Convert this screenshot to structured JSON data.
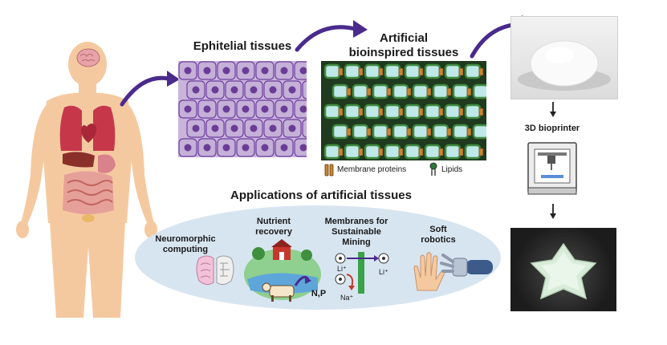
{
  "headings": {
    "epithelial": "Ephitelial tissues",
    "artificial_line1": "Artificial",
    "artificial_line2": "bioinspired tissues",
    "bioprinter": "3D bioprinter",
    "applications": "Applications of artificial tissues"
  },
  "legend": {
    "membrane_proteins": "Membrane proteins",
    "lipids": "Lipids"
  },
  "applications": {
    "neuromorphic_line1": "Neuromorphic",
    "neuromorphic_line2": "computing",
    "nutrient_line1": "Nutrient",
    "nutrient_line2": "recovery",
    "nutrient_chem": "N,P",
    "membranes_line1": "Membranes for",
    "membranes_line2": "Sustainable",
    "membranes_line3": "Mining",
    "ion_li_1": "Li⁺",
    "ion_li_2": "Li⁺",
    "ion_na": "Na⁺",
    "soft_line1": "Soft",
    "soft_line2": "robotics"
  },
  "colors": {
    "arrow": "#4a2a8c",
    "cell_fill": "#c5b0d8",
    "cell_border": "#6f3f9f",
    "nucleus": "#6a3c96",
    "tissue_bg": "#1f3a1f",
    "tissue_cell": "#bfe8e8",
    "ellipse": "#d7e5f1",
    "skin": "#f5c9a0"
  }
}
